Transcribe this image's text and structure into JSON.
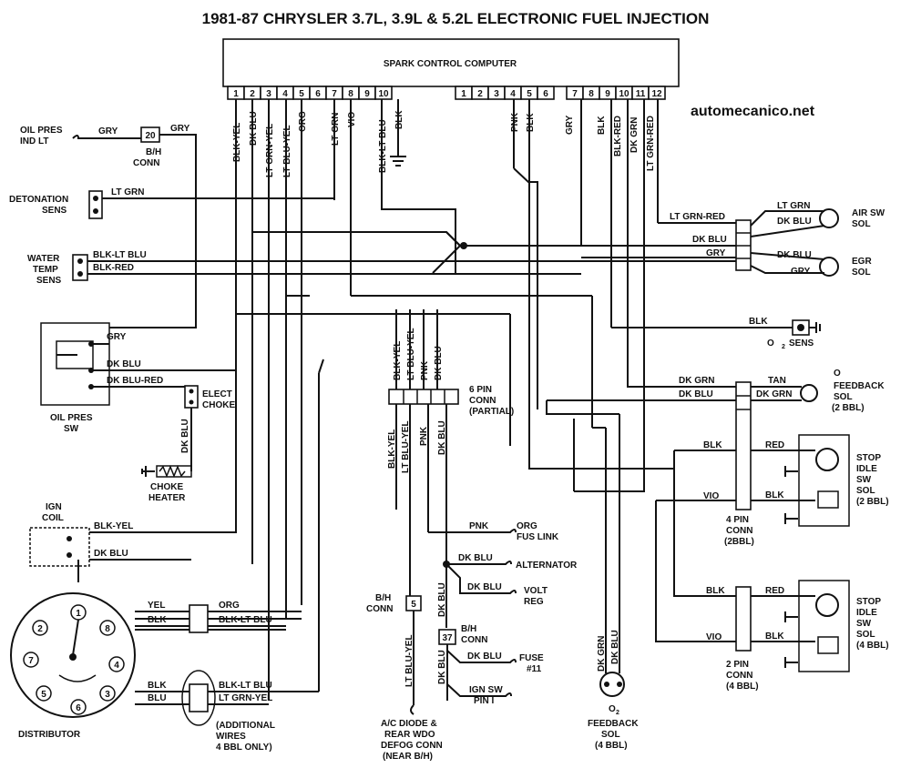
{
  "title": "1981-87 CHRYSLER 3.7L, 3.9L & 5.2L ELECTRONIC FUEL INJECTION",
  "watermark": "automecanico.net",
  "computer": {
    "label": "SPARK CONTROL COMPUTER",
    "pins_group_a": [
      "1",
      "2",
      "3",
      "4",
      "5",
      "6",
      "7",
      "8",
      "9",
      "10"
    ],
    "pins_group_b": [
      "1",
      "2",
      "3",
      "4",
      "5",
      "6"
    ],
    "pins_group_c": [
      "7",
      "8",
      "9",
      "10",
      "11",
      "12"
    ]
  },
  "top_wire_labels": {
    "a1": "BLK-YEL",
    "a2": "DK BLU",
    "a3": "LT GRN-YEL",
    "a4": "LT BLU-YEL",
    "a5": "ORG",
    "a6": "LT GRN",
    "a7": "VIO",
    "a9": "BLK-LT BLU",
    "a10": "BLK",
    "b4": "PNK",
    "b5": "BLK",
    "c6": "GRY",
    "c8": "BLK",
    "c10": "BLK-RED",
    "c11": "DK GRN",
    "c12": "LT GRN-RED"
  },
  "left": {
    "oil_pres_ind_lt": [
      "OIL PRES",
      "IND LT"
    ],
    "gry": "GRY",
    "bh_conn_pin": "20",
    "bh_conn": [
      "B/H",
      "CONN"
    ],
    "detonation_sens": [
      "DETONATION",
      "SENS"
    ],
    "lt_grn": "LT GRN",
    "water_temp_sens": [
      "WATER",
      "TEMP",
      "SENS"
    ],
    "blk_lt_blu": "BLK-LT BLU",
    "blk_red": "BLK-RED",
    "oil_pres_sw": [
      "OIL PRES",
      "SW"
    ],
    "dk_blu": "DK BLU",
    "dk_blu_red": "DK BLU-RED",
    "elect_choke": [
      "ELECT",
      "CHOKE"
    ],
    "choke_heater": [
      "CHOKE",
      "HEATER"
    ],
    "ign_coil": [
      "IGN",
      "COIL"
    ],
    "blk_yel": "BLK-YEL",
    "yel": "YEL",
    "org": "ORG",
    "blk": "BLK",
    "blu": "BLU",
    "lt_grn_yel": "LT GRN-YEL",
    "additional_wires": [
      "(ADDITIONAL",
      "WIRES",
      "4 BBL ONLY)"
    ],
    "distributor": "DISTRIBUTOR",
    "dist_numbers": [
      "1",
      "8",
      "4",
      "3",
      "6",
      "5",
      "7",
      "2"
    ]
  },
  "center": {
    "six_pin_labels": [
      "BLK-YEL",
      "LT BLU-YEL",
      "PNK",
      "DK BLU"
    ],
    "six_pin_conn": [
      "6 PIN",
      "CONN",
      "(PARTIAL)"
    ],
    "pnk": "PNK",
    "org_fus_link": [
      "ORG",
      "FUS LINK"
    ],
    "dk_blu": "DK BLU",
    "alternator": "ALTERNATOR",
    "volt_reg": [
      "VOLT",
      "REG"
    ],
    "bh_conn_5": "5",
    "bh_conn": [
      "B/H",
      "CONN"
    ],
    "lt_blu_yel": "LT BLU-YEL",
    "bh_conn_37": "37",
    "fuse_11": [
      "FUSE",
      "#11"
    ],
    "ign_sw_pin1": [
      "IGN SW",
      "PIN I"
    ],
    "ac_diode": [
      "A/C DIODE &",
      "REAR WDO",
      "DEFOG CONN",
      "(NEAR B/H)"
    ]
  },
  "right": {
    "lt_grn": "LT GRN",
    "dk_blu": "DK BLU",
    "lt_grn_red": "LT GRN-RED",
    "gry": "GRY",
    "air_sw_sol": [
      "AIR SW",
      "SOL"
    ],
    "egr_sol": [
      "EGR",
      "SOL"
    ],
    "blk": "BLK",
    "o2_sens": [
      "O",
      "SENS"
    ],
    "dk_grn": "DK GRN",
    "tan": "TAN",
    "o2_feedback_sol_2bbl": [
      "O",
      "FEEDBACK",
      "SOL",
      "(2 BBL)"
    ],
    "red": "RED",
    "vio": "VIO",
    "stop_idle_2bbl": [
      "STOP",
      "IDLE",
      "SW",
      "SOL",
      "(2 BBL)"
    ],
    "four_pin_conn": [
      "4 PIN",
      "CONN",
      "(2BBL)"
    ],
    "stop_idle_4bbl": [
      "STOP",
      "IDLE",
      "SW",
      "SOL",
      "(4 BBL)"
    ],
    "two_pin_conn": [
      "2 PIN",
      "CONN",
      "(4 BBL)"
    ],
    "o2_feedback_sol_4bbl": [
      "O",
      "FEEDBACK",
      "SOL",
      "(4 BBL)"
    ],
    "sub2": "2"
  }
}
